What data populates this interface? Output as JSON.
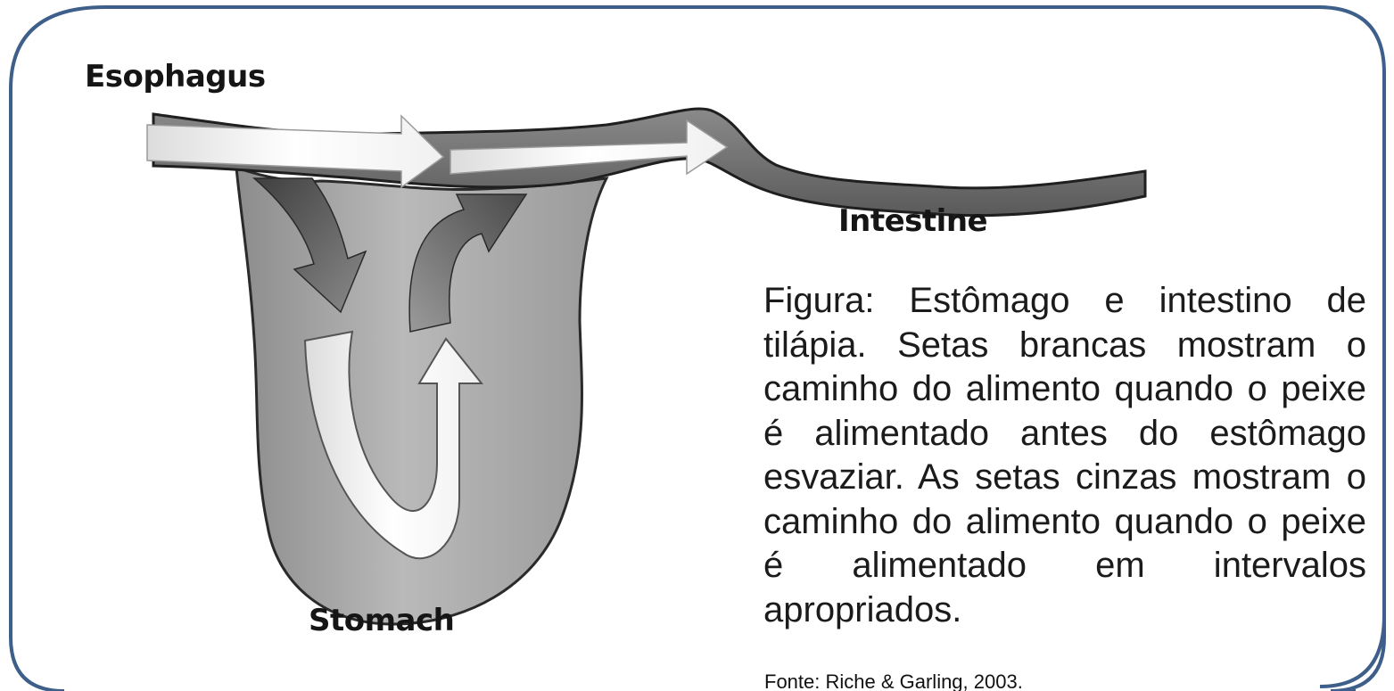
{
  "diagram": {
    "labels": {
      "esophagus": "Esophagus",
      "intestine": "Intestine",
      "stomach": "Stomach"
    },
    "caption": "Figura: Estômago e intestino de tilápia. Setas brancas mostram o caminho do alimento quando o peixe é alimentado antes do estômago esvaziar. As setas cinzas mostram o caminho do alimento quando o peixe é alimentado em intervalos apropriados.",
    "source": "Fonte: Riche & Garling, 2003.",
    "colors": {
      "frame_border": "#3e5f8a",
      "organ_fill": "#a9a9a9",
      "organ_dark": "#5c5c5c",
      "arrow_white": "#f4f4f4",
      "arrow_gray": "#6f6f6f"
    }
  }
}
